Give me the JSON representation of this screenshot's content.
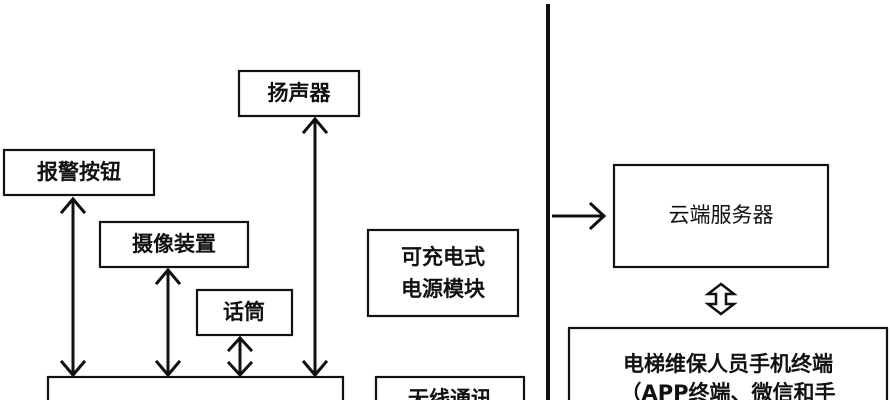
{
  "diagram": {
    "nodes": {
      "speaker": "扬声器",
      "alarm_button": "报警按钮",
      "camera_device": "摄像装置",
      "microphone": "话筒",
      "power_module": [
        "可充电式",
        "电源模块"
      ],
      "wireless_module": "无线通讯",
      "cloud_server": "云端服务器",
      "maintenance_terminal": [
        "电梯维保人员手机终端",
        "（APP终端、微信和手"
      ]
    }
  }
}
